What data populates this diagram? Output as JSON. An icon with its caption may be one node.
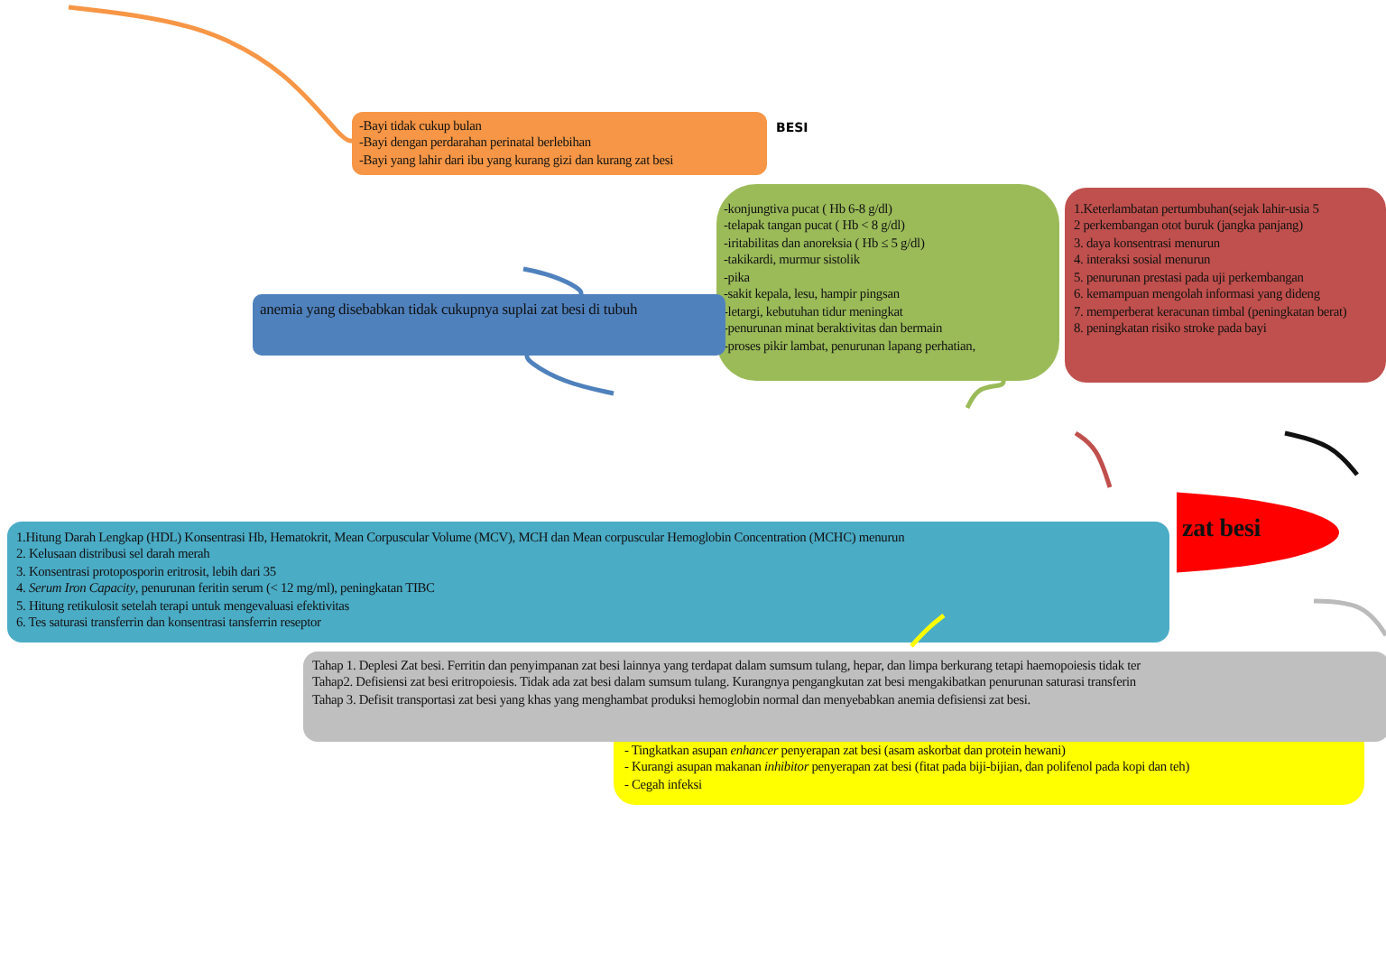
{
  "diagram": {
    "nodes": [
      {
        "text": [
          "-Bayi tidak cukup bulan",
          "-Bayi dengan perdarahan perinatal berlebihan",
          "-Bayi yang lahir dari ibu yang kurang gizi dan kurang zat besi"
        ],
        "beside": [
          "BESI"
        ]
      },
      {
        "text": [
          "-konjungtiva pucat ( Hb 6-8 g/dl)",
          "-telapak tangan pucat ( Hb < 8 g/dl)",
          "-iritabilitas dan anoreksia ( Hb ≤ 5 g/dl)",
          "-takikardi, murmur sistolik",
          "-pika",
          "-sakit kepala, lesu, hampir pingsan",
          "-letargi, kebutuhan tidur meningkat",
          "-penurunan minat beraktivitas dan bermain",
          "-proses pikir lambat, penurunan lapang perhatian,"
        ]
      },
      {
        "text": [
          "1.Keterlambatan pertumbuhan(sejak lahir-usia 5",
          "2 perkembangan otot buruk (jangka panjang)",
          "3. daya konsentrasi menurun",
          "4. interaksi sosial menurun",
          "5. penurunan prestasi pada uji perkembangan",
          "6. kemampuan mengolah informasi yang dideng",
          "7. memperberat keracunan timbal (peningkatan berat)",
          "8. peningkatan risiko stroke pada bayi"
        ]
      },
      {
        "text": [
          "anemia yang disebabkan tidak cukupnya suplai zat besi di tubuh"
        ]
      },
      {
        "text": [
          "zat besi"
        ]
      },
      {
        "text": [
          "1.Hitung Darah Lengkap (HDL) Konsentrasi Hb, Hematokrit, Mean Corpuscular Volume (MCV), MCH dan Mean corpuscular Hemoglobin Concentration (MCHC) menurun",
          "2. Kelusaan distribusi sel darah merah",
          "3. Konsentrasi protoposporin eritrosit, lebih dari 35",
          "4. *Serum Iron Capacity*, penurunan feritin serum (< 12 mg/ml), peningkatan TIBC",
          "5. Hitung retikulosit setelah terapi untuk mengevaluasi efektivitas",
          "6. Tes saturasi transferrin dan konsentrasi tansferrin reseptor"
        ]
      },
      {
        "text": [
          "Tahap 1. Deplesi Zat besi. Ferritin dan penyimpanan zat besi lainnya yang terdapat dalam sumsum tulang, hepar, dan limpa berkurang tetapi haemopoiesis tidak ter",
          "Tahap2. Defisiensi zat besi eritropoiesis. Tidak ada zat besi dalam sumsum tulang. Kurangnya pengangkutan zat besi mengakibatkan penurunan saturasi transferin",
          "Tahap 3. Defisit transportasi zat besi yang khas yang menghambat produksi hemoglobin normal dan menyebabkan anemia defisiensi zat besi."
        ]
      },
      {
        "text": [
          "- Tingkatkan asupan *enhancer* penyerapan zat besi (asam askorbat dan protein hewani)",
          "- Kurangi asupan makanan *inhibitor* penyerapan zat besi (fitat pada biji-bijian, dan polifenol pada kopi dan teh)",
          "- Cegah infeksi"
        ]
      }
    ],
    "edges": [
      {
        "from": null,
        "to": 0,
        "arrow": "none",
        "color": "#f79646"
      },
      {
        "from": null,
        "to": 3,
        "arrow": "none",
        "color": "#4f81bd"
      },
      {
        "from": null,
        "to": 3,
        "arrow": "none",
        "color": "#4f81bd"
      },
      {
        "from": null,
        "to": 1,
        "arrow": "none",
        "color": "#9bbb59"
      }
    ]
  }
}
